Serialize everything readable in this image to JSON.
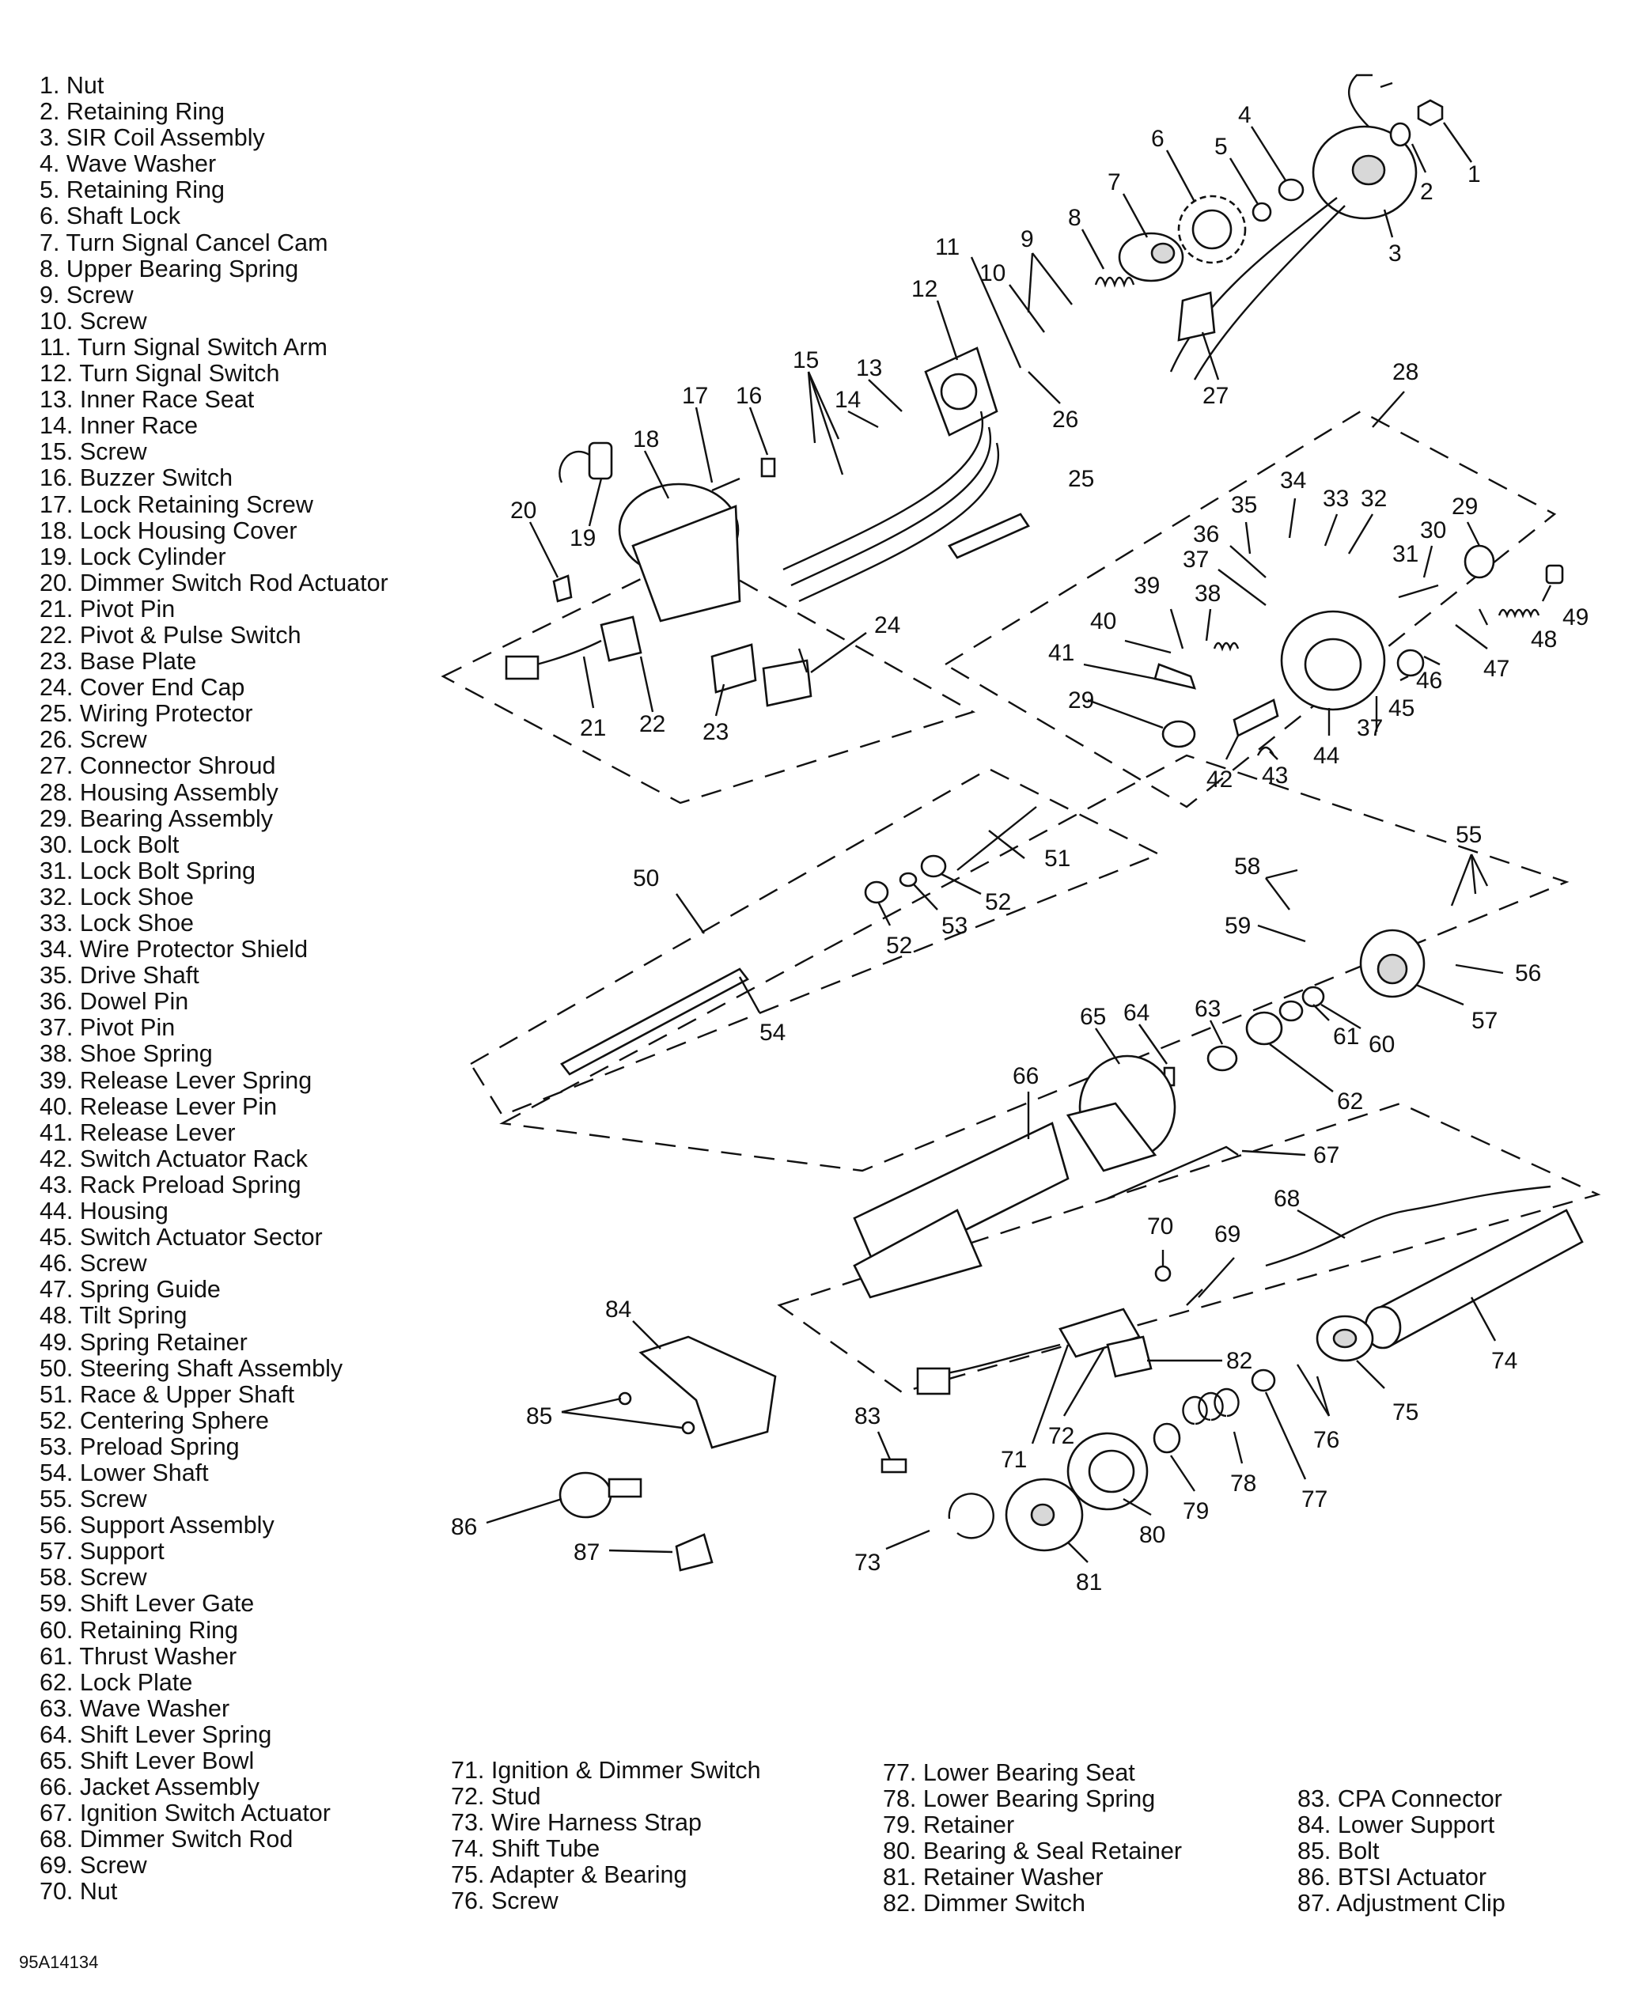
{
  "legend": {
    "left": [
      "1. Nut",
      "2. Retaining Ring",
      "3. SIR Coil Assembly",
      "4. Wave Washer",
      "5. Retaining Ring",
      "6. Shaft Lock",
      "7. Turn Signal Cancel Cam",
      "8. Upper Bearing Spring",
      "9. Screw",
      "10. Screw",
      "11. Turn Signal Switch Arm",
      "12. Turn Signal Switch",
      "13. Inner Race Seat",
      "14. Inner Race",
      "15. Screw",
      "16. Buzzer Switch",
      "17. Lock Retaining Screw",
      "18. Lock Housing Cover",
      "19. Lock Cylinder",
      "20. Dimmer Switch Rod Actuator",
      "21. Pivot Pin",
      "22. Pivot & Pulse Switch",
      "23. Base Plate",
      "24. Cover End Cap",
      "25. Wiring Protector",
      "26. Screw",
      "27. Connector Shroud",
      "28. Housing Assembly",
      "29. Bearing Assembly",
      "30. Lock Bolt",
      "31. Lock Bolt Spring",
      "32. Lock Shoe",
      "33. Lock Shoe",
      "34. Wire Protector Shield",
      "35. Drive Shaft",
      "36. Dowel Pin",
      "37. Pivot Pin",
      "38. Shoe Spring",
      "39. Release Lever Spring",
      "40. Release Lever Pin",
      "41. Release Lever",
      "42. Switch Actuator Rack",
      "43. Rack Preload Spring",
      "44. Housing",
      "45. Switch Actuator Sector",
      "46. Screw",
      "47. Spring Guide",
      "48. Tilt Spring",
      "49. Spring Retainer",
      "50. Steering Shaft Assembly",
      "51. Race & Upper Shaft",
      "52. Centering Sphere",
      "53. Preload Spring",
      "54. Lower Shaft",
      "55. Screw",
      "56. Support Assembly",
      "57. Support",
      "58. Screw",
      "59. Shift Lever Gate",
      "60. Retaining Ring",
      "61. Thrust Washer",
      "62. Lock Plate",
      "63. Wave Washer",
      "64. Shift Lever Spring",
      "65. Shift Lever Bowl",
      "66. Jacket Assembly",
      "67. Ignition Switch Actuator",
      "68. Dimmer Switch Rod",
      "69. Screw",
      "70. Nut"
    ],
    "col71": [
      "71. Ignition & Dimmer Switch",
      "72. Stud",
      "73. Wire Harness Strap",
      "74. Shift Tube",
      "75. Adapter & Bearing",
      "76. Screw"
    ],
    "col77": [
      "77. Lower Bearing Seat",
      "78. Lower Bearing Spring",
      "79. Retainer",
      "80. Bearing & Seal Retainer",
      "81. Retainer Washer",
      "82. Dimmer Switch"
    ],
    "col83": [
      "83. CPA Connector",
      "84. Lower Support",
      "85. Bolt",
      "86. BTSI Actuator",
      "87. Adjustment Clip"
    ]
  },
  "doc_id": "95A14134",
  "callouts": [
    "1",
    "2",
    "3",
    "4",
    "5",
    "6",
    "7",
    "8",
    "9",
    "10",
    "11",
    "12",
    "13",
    "14",
    "15",
    "16",
    "17",
    "18",
    "19",
    "20",
    "21",
    "22",
    "23",
    "24",
    "25",
    "26",
    "27",
    "28",
    "29",
    "29",
    "30",
    "31",
    "32",
    "33",
    "34",
    "35",
    "36",
    "37",
    "37",
    "38",
    "39",
    "40",
    "41",
    "42",
    "43",
    "44",
    "45",
    "46",
    "47",
    "48",
    "49",
    "50",
    "51",
    "52",
    "52",
    "53",
    "54",
    "55",
    "56",
    "57",
    "58",
    "59",
    "60",
    "61",
    "62",
    "63",
    "64",
    "65",
    "66",
    "67",
    "68",
    "69",
    "70",
    "71",
    "72",
    "73",
    "74",
    "75",
    "76",
    "77",
    "78",
    "79",
    "80",
    "81",
    "82",
    "83",
    "84",
    "85",
    "86",
    "87"
  ]
}
